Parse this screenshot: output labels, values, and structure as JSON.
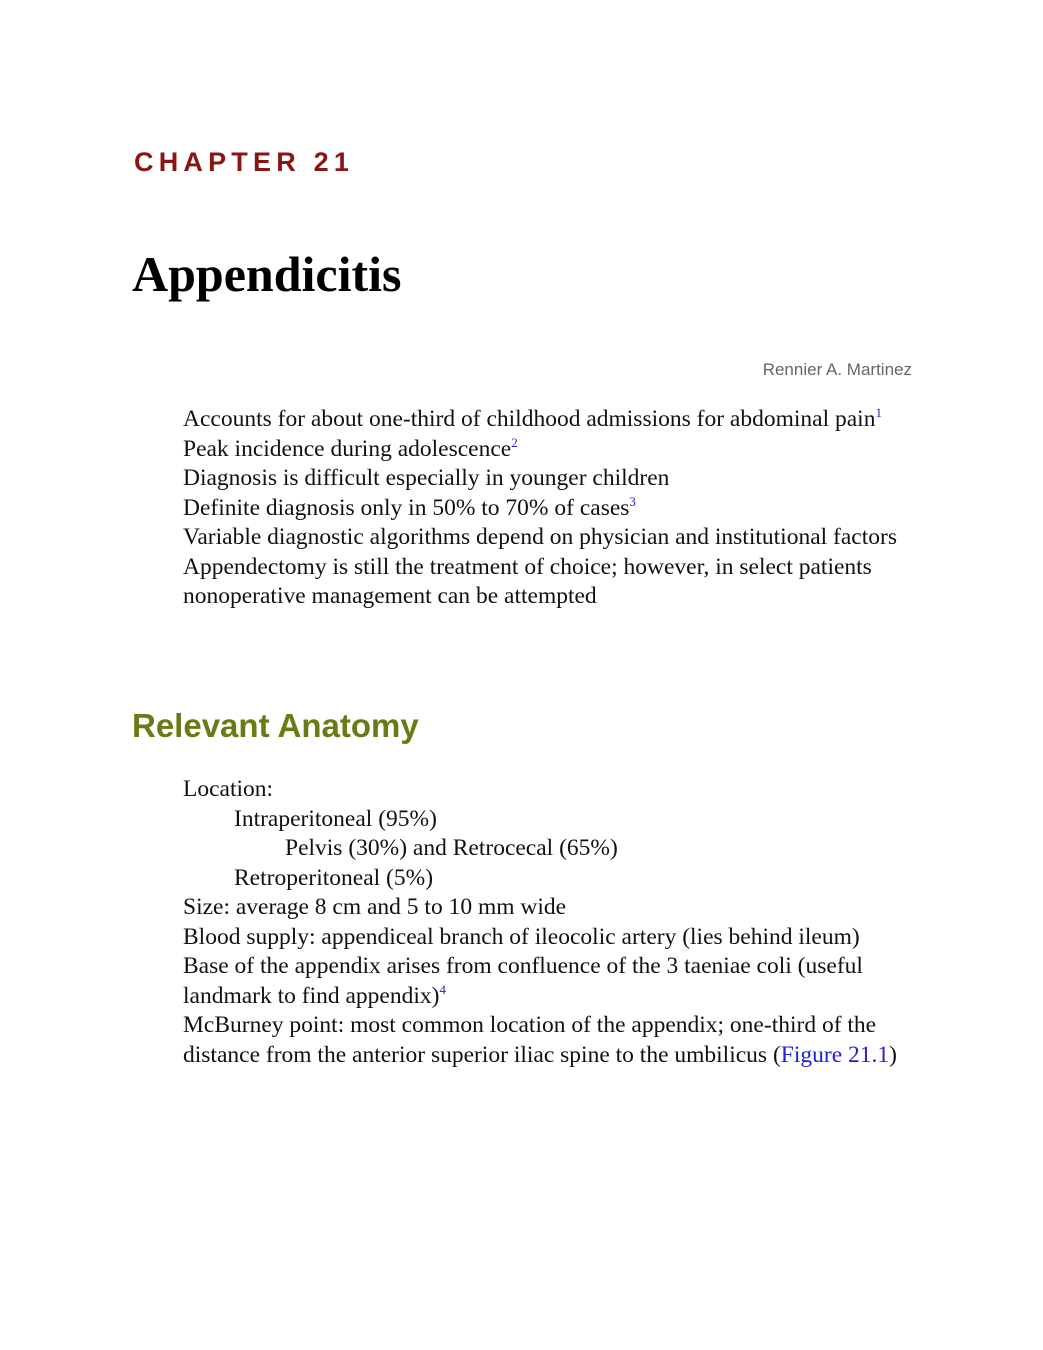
{
  "chapter": {
    "label": "CHAPTER 21",
    "title": "Appendicitis",
    "author": "Rennier A. Martinez"
  },
  "intro": {
    "items": [
      {
        "text": "Accounts for about one-third of childhood admissions for abdominal pain",
        "ref": "1"
      },
      {
        "text": "Peak incidence during adolescence",
        "ref": "2"
      },
      {
        "text": "Diagnosis is difficult especially in younger children",
        "ref": ""
      },
      {
        "text": "Definite diagnosis only in 50% to 70% of cases",
        "ref": "3"
      },
      {
        "text": "Variable diagnostic algorithms depend on physician and institutional factors",
        "ref": ""
      },
      {
        "text": "Appendectomy is still the treatment of choice; however, in select patients nonoperative management can be attempted",
        "ref": ""
      }
    ]
  },
  "anatomy": {
    "heading": "Relevant Anatomy",
    "location_label": "Location:",
    "intraperitoneal": "Intraperitoneal (95%)",
    "pelvis_retrocecal": "Pelvis (30%) and Retrocecal (65%)",
    "retroperitoneal": "Retroperitoneal (5%)",
    "size": "Size: average 8 cm and 5 to 10 mm wide",
    "blood_supply": "Blood supply: appendiceal branch of ileocolic artery (lies behind ileum)",
    "base": "Base of the appendix arises from confluence of the 3 taeniae coli (useful landmark to find appendix)",
    "base_ref": "4",
    "mcburney": "McBurney point: most common location of the appendix; one-third of the distance from the anterior superior iliac spine to the umbilicus",
    "open_paren": "(",
    "figure_link": "Figure 21.1",
    "close_paren": ")"
  }
}
